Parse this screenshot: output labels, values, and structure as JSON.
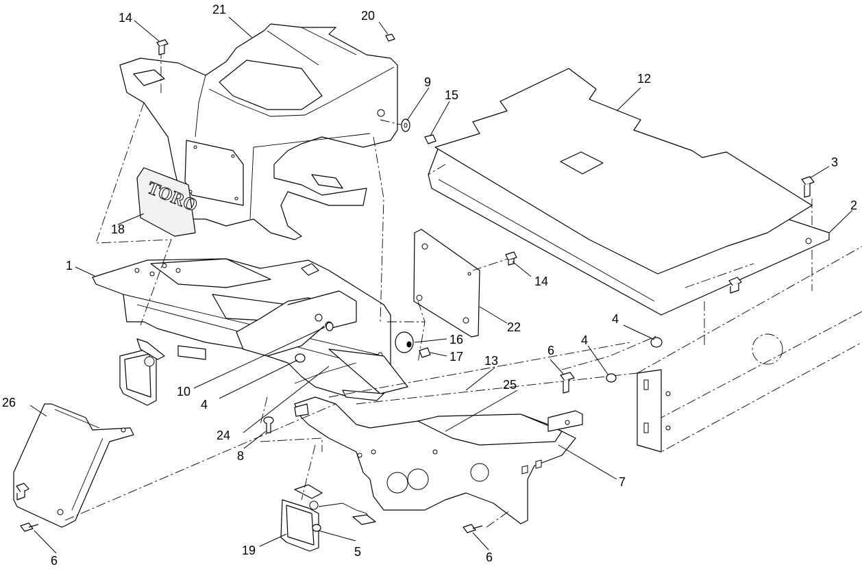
{
  "diagram": {
    "logo_text": "TORO",
    "callouts": [
      {
        "id": "c1",
        "label": "1"
      },
      {
        "id": "c2",
        "label": "2"
      },
      {
        "id": "c3",
        "label": "3"
      },
      {
        "id": "c4a",
        "label": "4"
      },
      {
        "id": "c4b",
        "label": "4"
      },
      {
        "id": "c4c",
        "label": "4"
      },
      {
        "id": "c5",
        "label": "5"
      },
      {
        "id": "c6a",
        "label": "6"
      },
      {
        "id": "c6b",
        "label": "6"
      },
      {
        "id": "c6c",
        "label": "6"
      },
      {
        "id": "c7",
        "label": "7"
      },
      {
        "id": "c8",
        "label": "8"
      },
      {
        "id": "c9",
        "label": "9"
      },
      {
        "id": "c10",
        "label": "10"
      },
      {
        "id": "c12",
        "label": "12"
      },
      {
        "id": "c13",
        "label": "13"
      },
      {
        "id": "c14a",
        "label": "14"
      },
      {
        "id": "c14b",
        "label": "14"
      },
      {
        "id": "c15",
        "label": "15"
      },
      {
        "id": "c16",
        "label": "16"
      },
      {
        "id": "c17",
        "label": "17"
      },
      {
        "id": "c18",
        "label": "18"
      },
      {
        "id": "c19",
        "label": "19"
      },
      {
        "id": "c20",
        "label": "20"
      },
      {
        "id": "c21",
        "label": "21"
      },
      {
        "id": "c22",
        "label": "22"
      },
      {
        "id": "c24",
        "label": "24"
      },
      {
        "id": "c25",
        "label": "25"
      },
      {
        "id": "c26",
        "label": "26"
      }
    ]
  }
}
